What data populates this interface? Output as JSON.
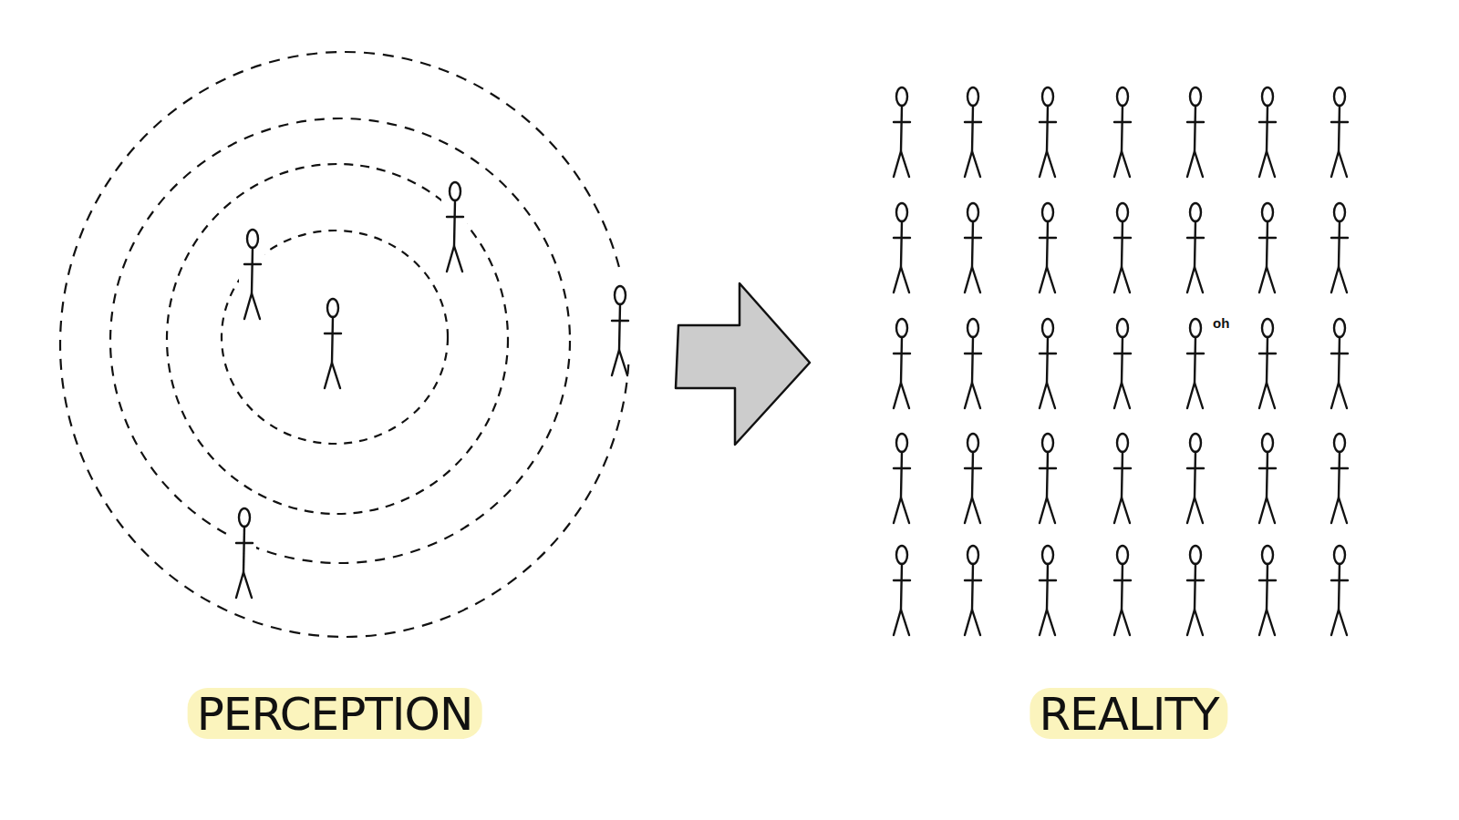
{
  "diagram": {
    "labels": [
      "PERCEPTION",
      "REALITY",
      "oh"
    ]
  }
}
